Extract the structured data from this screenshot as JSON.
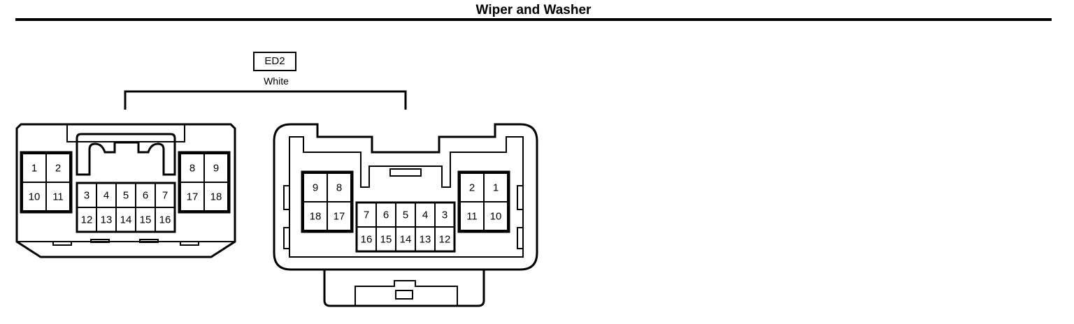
{
  "title": "Wiper and Washer",
  "connector": {
    "code": "ED2",
    "color": "White"
  },
  "left_connector": {
    "view": "female",
    "pins": [
      "1",
      "2",
      "10",
      "11",
      "3",
      "4",
      "5",
      "6",
      "7",
      "12",
      "13",
      "14",
      "15",
      "16",
      "8",
      "9",
      "17",
      "18"
    ]
  },
  "right_connector": {
    "view": "male",
    "pins": [
      "9",
      "8",
      "18",
      "17",
      "7",
      "6",
      "5",
      "4",
      "3",
      "16",
      "15",
      "14",
      "13",
      "12",
      "2",
      "1",
      "11",
      "10"
    ]
  }
}
